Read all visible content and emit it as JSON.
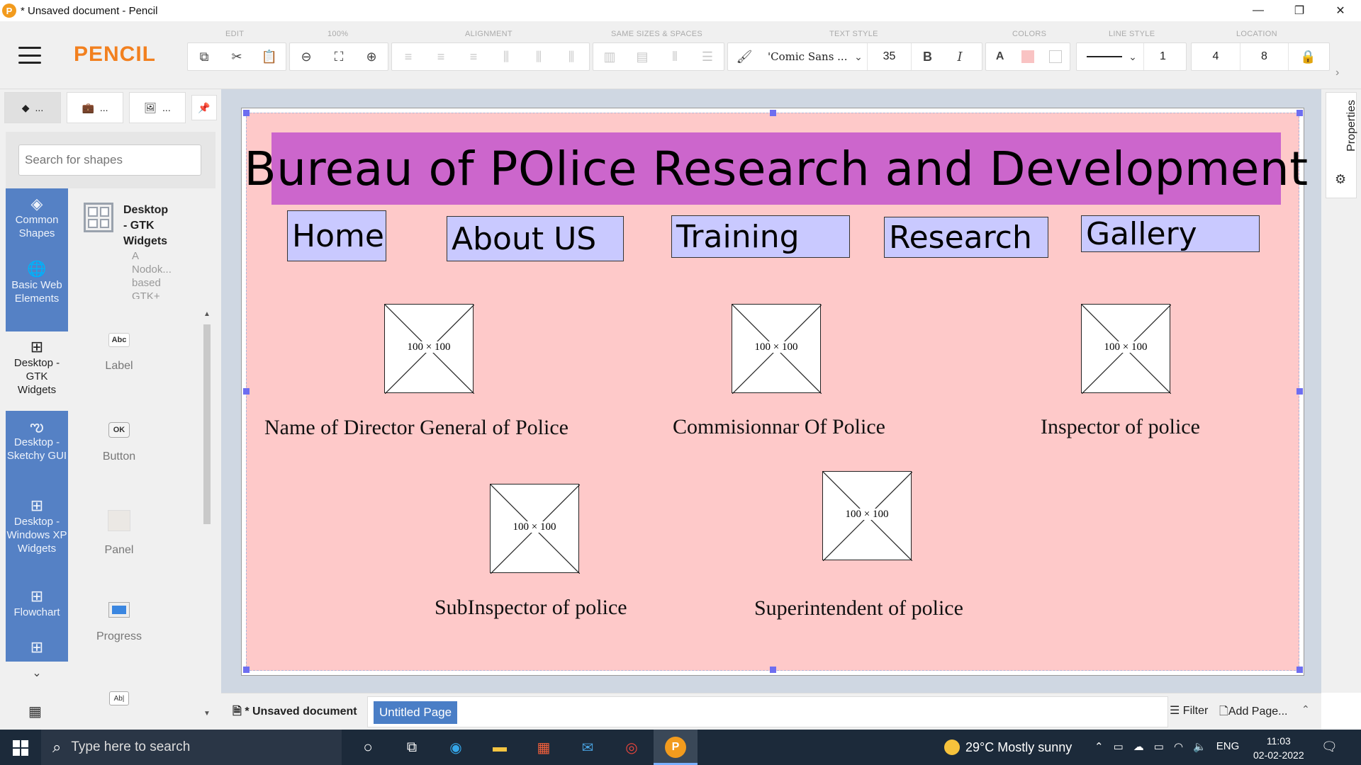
{
  "window": {
    "title": "* Unsaved document - Pencil",
    "logo_letter": "P",
    "minimize": "—",
    "restore": "❐",
    "close": "✕"
  },
  "toolbar": {
    "brand": "PENCIL",
    "groups": {
      "edit": "EDIT",
      "zoom": "100%",
      "alignment": "ALIGNMENT",
      "same_sizes": "SAME SIZES & SPACES",
      "text_style": "TEXT STYLE",
      "colors": "COLORS",
      "line_style": "LINE STYLE",
      "location": "LOCATION"
    },
    "font_name": "'Comic Sans ...",
    "font_size": "35",
    "bold": "B",
    "italic": "I",
    "text_color_label": "A",
    "fill_color": "#f9c3c3",
    "stroke_color": "#ffffff",
    "line_width": "1",
    "location_x": "4",
    "location_y": "8"
  },
  "left_panel": {
    "tab_more": "...",
    "search_placeholder": "Search for shapes",
    "categories": [
      {
        "label": "Common Shapes",
        "icon": "layers-icon"
      },
      {
        "label": "Basic Web Elements",
        "icon": "globe-icon"
      },
      {
        "label": "Desktop - GTK Widgets",
        "icon": "grid-icon"
      },
      {
        "label": "Desktop - Sketchy GUI",
        "icon": "sketch-icon"
      },
      {
        "label": "Desktop - Windows XP Widgets",
        "icon": "grid-icon"
      },
      {
        "label": "Flowchart",
        "icon": "grid-icon"
      }
    ],
    "collection_name": "Desktop - GTK Widgets",
    "collection_desc": "A Nodok... based GTK+",
    "shapes": [
      {
        "label": "Label",
        "thumb": "Abc"
      },
      {
        "label": "Button",
        "thumb": "OK"
      },
      {
        "label": "Panel",
        "thumb": ""
      },
      {
        "label": "Progress",
        "thumb": ""
      },
      {
        "label": "",
        "thumb": "Ab|"
      }
    ]
  },
  "canvas": {
    "banner_title": "Bureau of POlice Research and Development",
    "nav": [
      "Home",
      "About US",
      "Training",
      "Research",
      "Gallery"
    ],
    "placeholder_label": "100 × 100",
    "captions": [
      "Name of Director General of Police",
      "Commisionnar Of Police",
      "Inspector of police",
      "SubInspector of police",
      "Superintendent of police"
    ],
    "colors": {
      "page_bg": "#fec9c9",
      "banner_bg": "#cc66cc",
      "nav_bg": "#c9c9ff",
      "selection": "#6e6ef0"
    }
  },
  "right_panel": {
    "properties_label": "Properties"
  },
  "pagebar": {
    "document_name": "* Unsaved document",
    "page_tab": "Untitled Page",
    "filter": "Filter",
    "add_page": "Add Page..."
  },
  "taskbar": {
    "search_placeholder": "Type here to search",
    "weather": "29°C  Mostly sunny",
    "language": "ENG",
    "time": "11:03",
    "date": "02-02-2022"
  }
}
